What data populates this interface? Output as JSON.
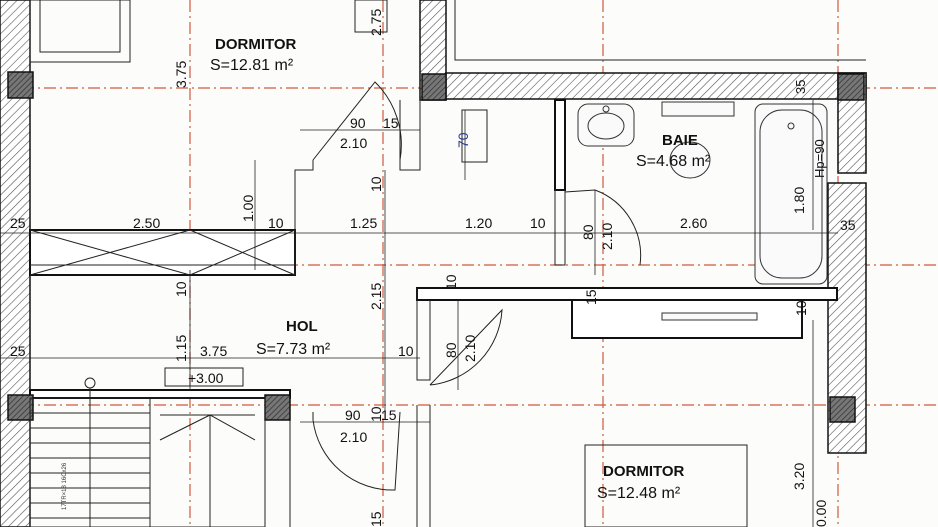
{
  "rooms": {
    "dormitor_top": {
      "name": "DORMITOR",
      "area": "S=12.81 m²"
    },
    "baie": {
      "name": "BAIE",
      "area": "S=4.68 m²"
    },
    "hol": {
      "name": "HOL",
      "area": "S=7.73 m²"
    },
    "dormitor_bottom": {
      "name": "DORMITOR",
      "area": "S=12.48 m²"
    }
  },
  "level_marker": "+3.00",
  "bathtub_label": "Hp=90",
  "stair_label": "17TR×18 16Cx26",
  "dimensions": {
    "d_375_top": "3.75",
    "d_275": "2.75",
    "d_35_top": "35",
    "d_90_a": "90",
    "d_15_a": "15",
    "d_210_a": "2.10",
    "d_70": "70",
    "d_10_a": "10",
    "d_100": "1.00",
    "d_25_a": "25",
    "d_250": "2.50",
    "d_10_b": "10",
    "d_125": "1.25",
    "d_120": "1.20",
    "d_10_c": "10",
    "d_80_a": "80",
    "d_210_b": "2.10",
    "d_260": "2.60",
    "d_35_b": "35",
    "d_180": "1.80",
    "d_215": "2.15",
    "d_10_d": "10",
    "d_10_e": "10",
    "d_15_b": "15",
    "d_10_f": "10",
    "d_115": "1.15",
    "d_25_b": "25",
    "d_375_mid": "3.75",
    "d_10_g": "10",
    "d_80_b": "80",
    "d_210_c": "2.10",
    "d_90_b": "90",
    "d_10_h": "10",
    "d_15_c": "15",
    "d_210_d": "2.10",
    "d_320": "3.20",
    "d_15_bottom": "15",
    "d_000": "0.00"
  },
  "colors": {
    "grid_line": "#d05a3c",
    "wall_outline": "#111111",
    "background": "#fcfcfa"
  }
}
